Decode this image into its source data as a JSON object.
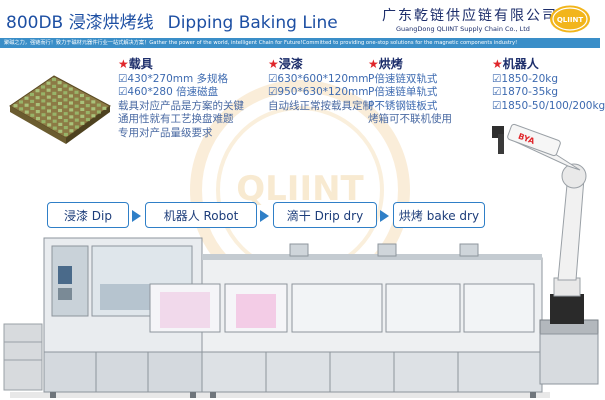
{
  "header": {
    "title_cn": "800DB 浸漆烘烤线",
    "title_en": "Dipping  Baking Line",
    "company_cn": "广东乾链供应链有限公司",
    "company_en": "GuangDong QLIINT Supply Chain Co., Ltd",
    "logo_text": "QLIINT",
    "slogan": "聚磁之力，强链而行！致力于磁材元器件行业一站式解决方案！Gather the power of the world, intelligent Chain for Future!Committed to providing one-stop solutions for the magnetic components industry!"
  },
  "watermark_text": "QLIINT",
  "sections": {
    "tray": {
      "title": "载具",
      "items": [
        "☑430*270mm 多规格",
        "☑460*280 倍速磁盘"
      ],
      "desc": [
        "载具对应产品是方案的关键",
        "通用性就有工艺换盘难题",
        "专用对产品量级要求"
      ]
    },
    "dip": {
      "title": "浸漆",
      "items": [
        "☑630*600*120mm",
        "☑950*630*120mm"
      ],
      "desc": [
        "自动线正常按载具定制"
      ]
    },
    "bake": {
      "title": "烘烤",
      "items": [
        "P倍速链双轨式",
        "P倍速链单轨式",
        "P不锈钢链板式"
      ],
      "desc": [
        "烤箱可不联机使用"
      ]
    },
    "robot": {
      "title": "机器人",
      "items": [
        "☑1850-20kg",
        "☑1870-35kg",
        "☑1850-50/100/200kg"
      ],
      "desc": []
    }
  },
  "flow": [
    {
      "label": "浸漆  Dip"
    },
    {
      "label": "机器人 Robot"
    },
    {
      "label": "滴干  Drip dry"
    },
    {
      "label": "烘烤  bake dry"
    }
  ],
  "robot_brand": "BYA",
  "colors": {
    "brand_blue": "#1d4fa3",
    "accent_red": "#e0262b",
    "slogan_bar": "#3a8ec8",
    "logo_yellow": "#f2b51b",
    "flow_border": "#2f7fc7"
  }
}
